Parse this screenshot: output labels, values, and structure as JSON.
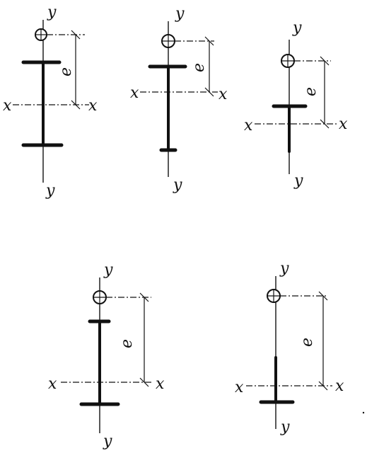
{
  "labels": {
    "y_axis": "y",
    "x_axis": "x",
    "eccentricity": "e"
  },
  "colors": {
    "ink": "#111111",
    "background": "#ffffff"
  },
  "figures": [
    {
      "id": "fig-1",
      "description_key": "double-flange-symmetric"
    },
    {
      "id": "fig-2",
      "description_key": "double-flange-narrow-bottom"
    },
    {
      "id": "fig-3",
      "description_key": "top-flange-tee"
    },
    {
      "id": "fig-4",
      "description_key": "double-flange-wide-bottom"
    },
    {
      "id": "fig-5",
      "description_key": "bottom-flange-tee"
    }
  ]
}
